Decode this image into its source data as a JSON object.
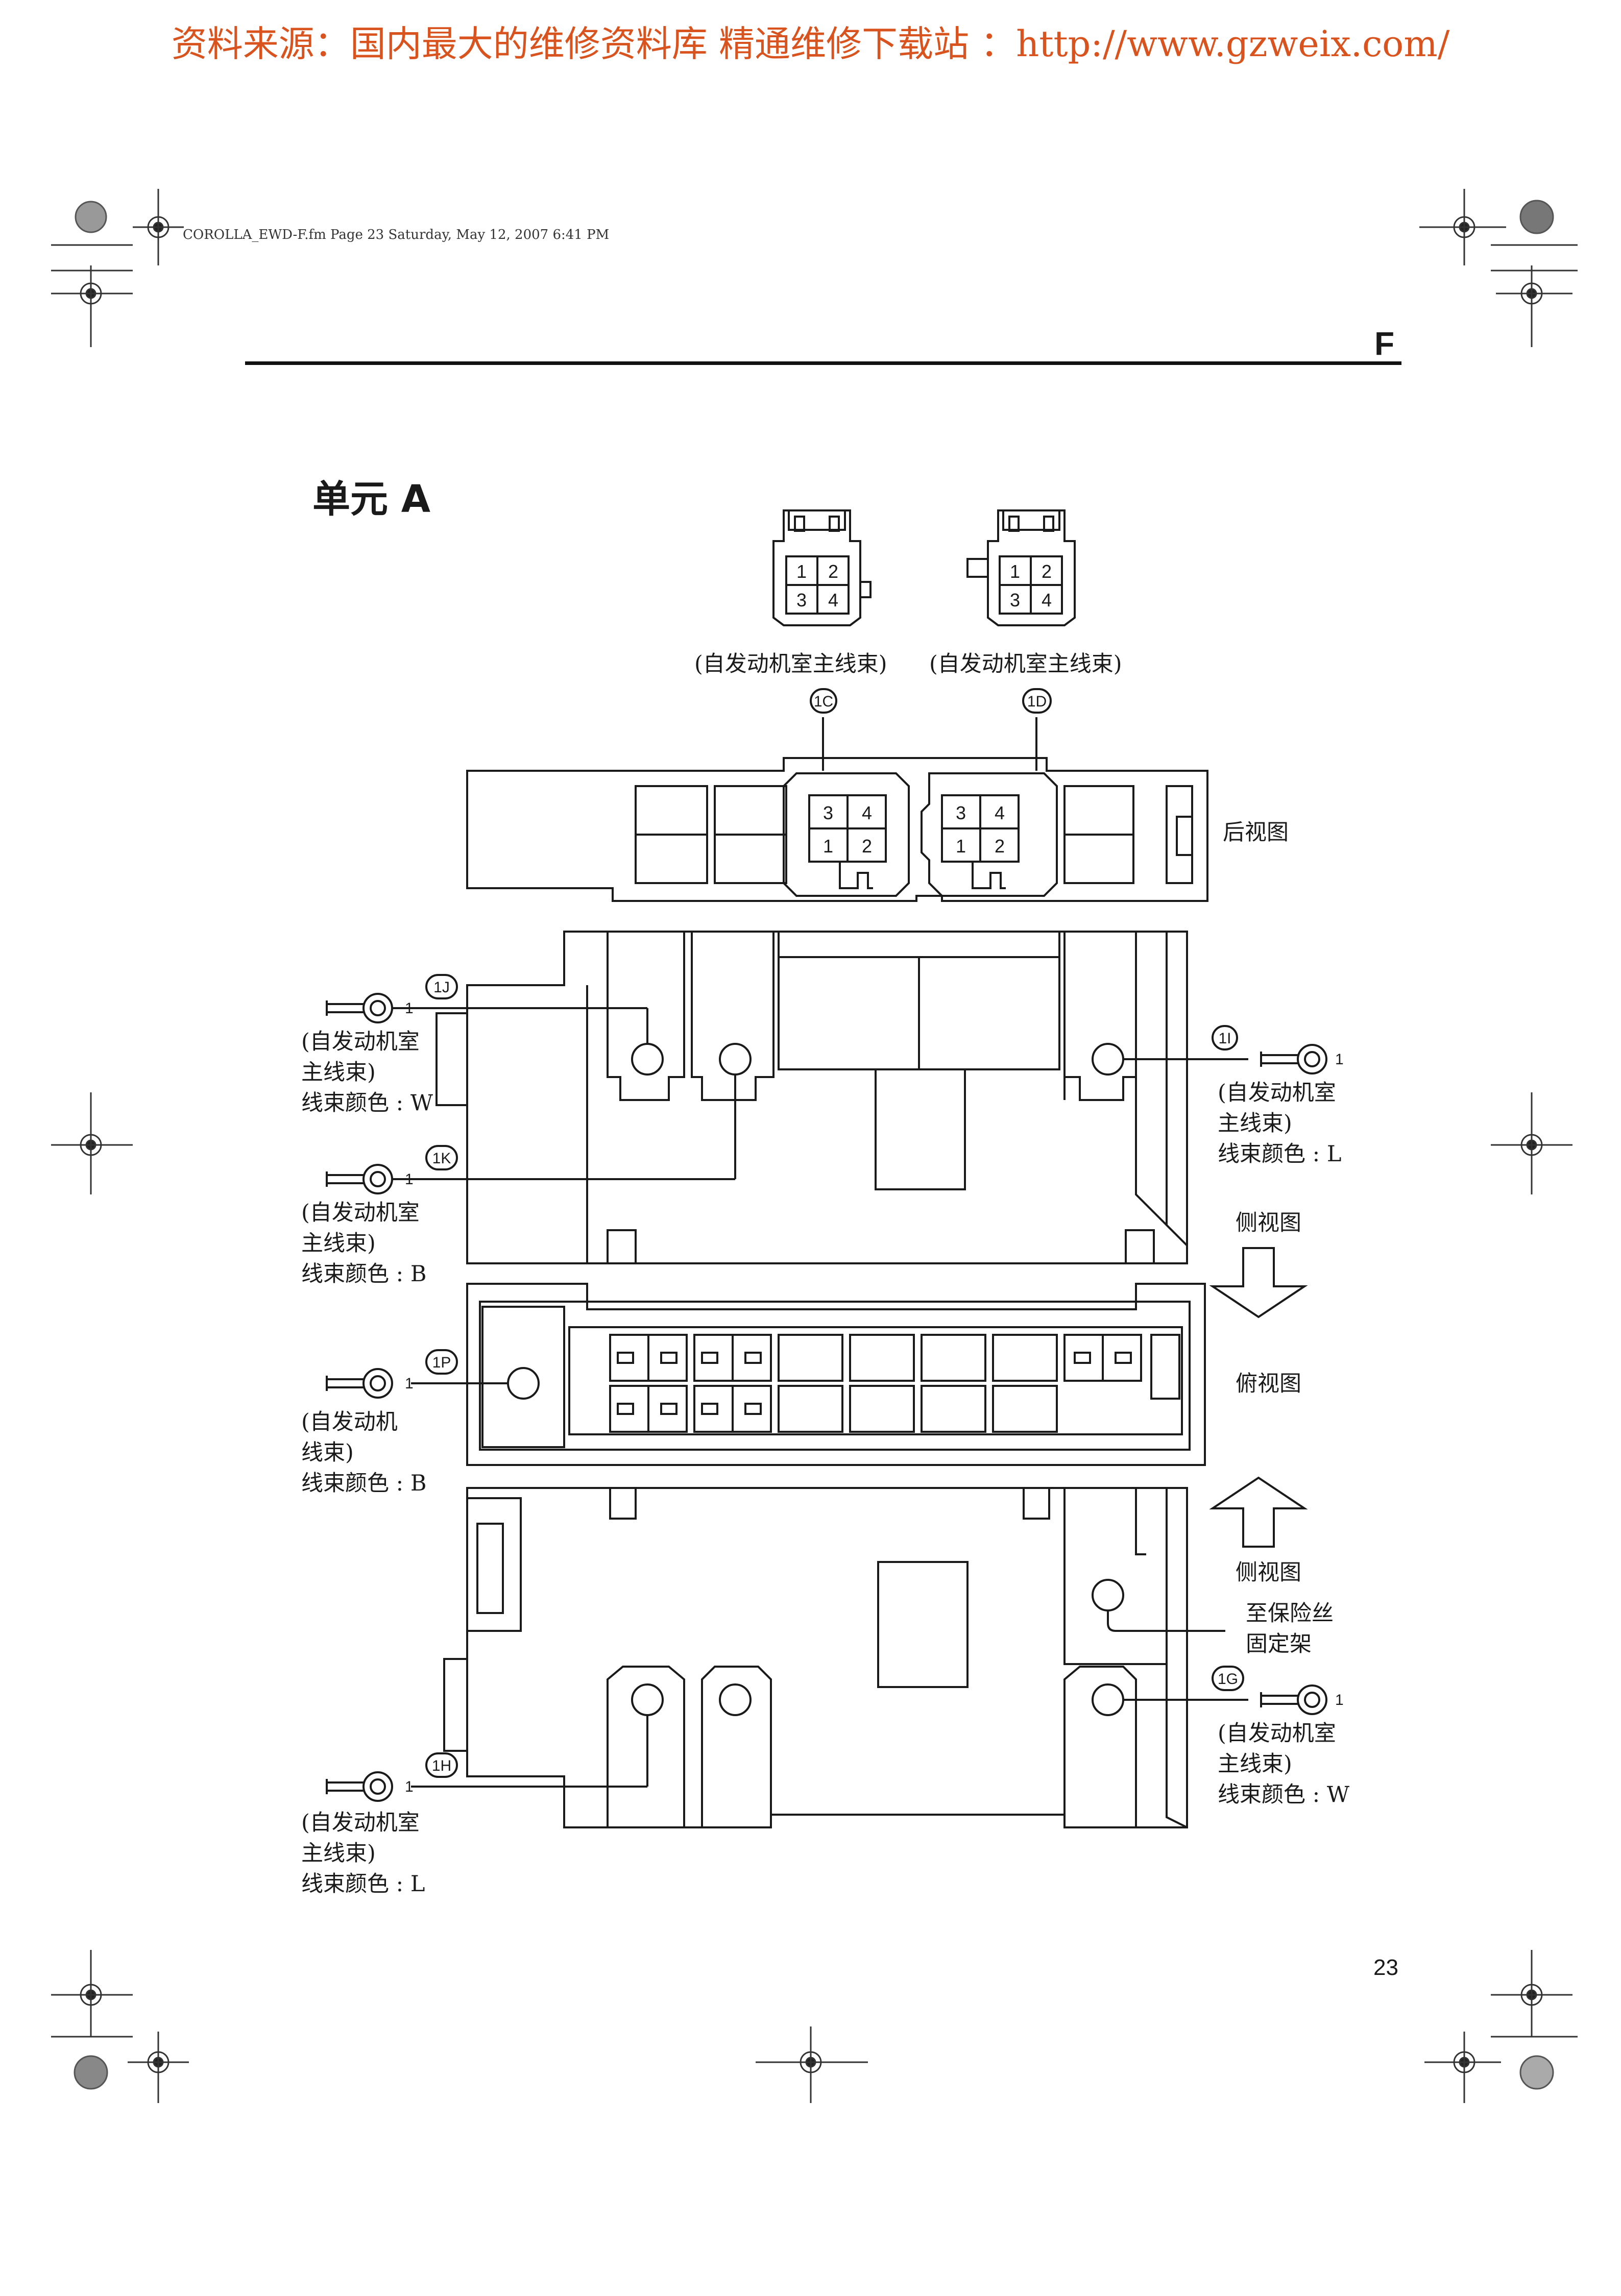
{
  "header": {
    "banner": "资料来源：国内最大的维修资料库 精通维修下载站 ：http://www.gzweix.com/",
    "print_info": "COROLLA_EWD-F.fm  Page 23  Saturday, May 12, 2007  6:41 PM",
    "section_letter": "F"
  },
  "diagram": {
    "title": "单元 A",
    "connectors": [
      {
        "id": "1C",
        "source": "(自发动机室主线束)",
        "pins": [
          "1",
          "2",
          "3",
          "4"
        ]
      },
      {
        "id": "1D",
        "source": "(自发动机室主线束)",
        "pins": [
          "1",
          "2",
          "3",
          "4"
        ]
      }
    ],
    "terminals": [
      {
        "id": "1J",
        "pin": "1",
        "source_line1": "(自发动机室",
        "source_line2": "主线束)",
        "color_label": "线束颜色 : W"
      },
      {
        "id": "1K",
        "pin": "1",
        "source_line1": "(自发动机室",
        "source_line2": "主线束)",
        "color_label": "线束颜色 : B"
      },
      {
        "id": "1I",
        "pin": "1",
        "source_line1": "(自发动机室",
        "source_line2": "主线束)",
        "color_label": "线束颜色 : L"
      },
      {
        "id": "1P",
        "pin": "1",
        "source_line1": "(自发动机",
        "source_line2": "线束)",
        "color_label": "线束颜色 : B"
      },
      {
        "id": "1G",
        "pin": "1",
        "source_line1": "(自发动机室",
        "source_line2": "主线束)",
        "color_label": "线束颜色 : W"
      },
      {
        "id": "1H",
        "pin": "1",
        "source_line1": "(自发动机室",
        "source_line2": "主线束)",
        "color_label": "线束颜色 : L"
      }
    ],
    "views": {
      "rear": "后视图",
      "side_top": "侧视图",
      "top": "俯视图",
      "side_bottom": "侧视图"
    },
    "fuse_note_line1": "至保险丝",
    "fuse_note_line2": "固定架"
  },
  "footer": {
    "page_number": "23"
  }
}
